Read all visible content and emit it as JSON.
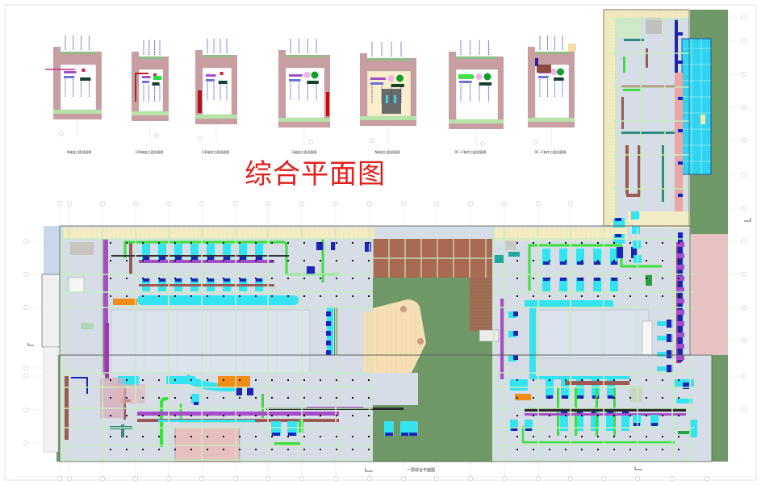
{
  "drawing": {
    "title": "综合平面图",
    "plan_caption": "一层综合平面图",
    "section_captions": [
      "A轴剖立面剖面图",
      "1/D轴剖立面剖面图",
      "1/E轴剖立面剖面图",
      "G轴剖立面剖面图",
      "N轴剖立面剖面图",
      "9C~F轴中立面剖面图",
      "9C~F轴中立面剖面图"
    ],
    "sections_count": 7
  },
  "colors": {
    "title": "#e0201c",
    "landscape_green": "#6e9866",
    "paving_pink": "#e8c2c2",
    "corridor_beige": "#f3ecc4",
    "room_grey": "#d6dde6",
    "grid_line": "#c7ecc0",
    "duct_cyan": "#33e4f0",
    "duct_blue": "#1b24b8",
    "pipe_green": "#39e03a",
    "pipe_purple": "#a64cc8",
    "duct_brown": "#9c5a52",
    "orange_unit": "#f08c18",
    "wood_deck": "#a86a52",
    "sand": "#f6dfb4",
    "pool_cyan": "#30d4f0",
    "wall_pink": "#c89ea2"
  }
}
